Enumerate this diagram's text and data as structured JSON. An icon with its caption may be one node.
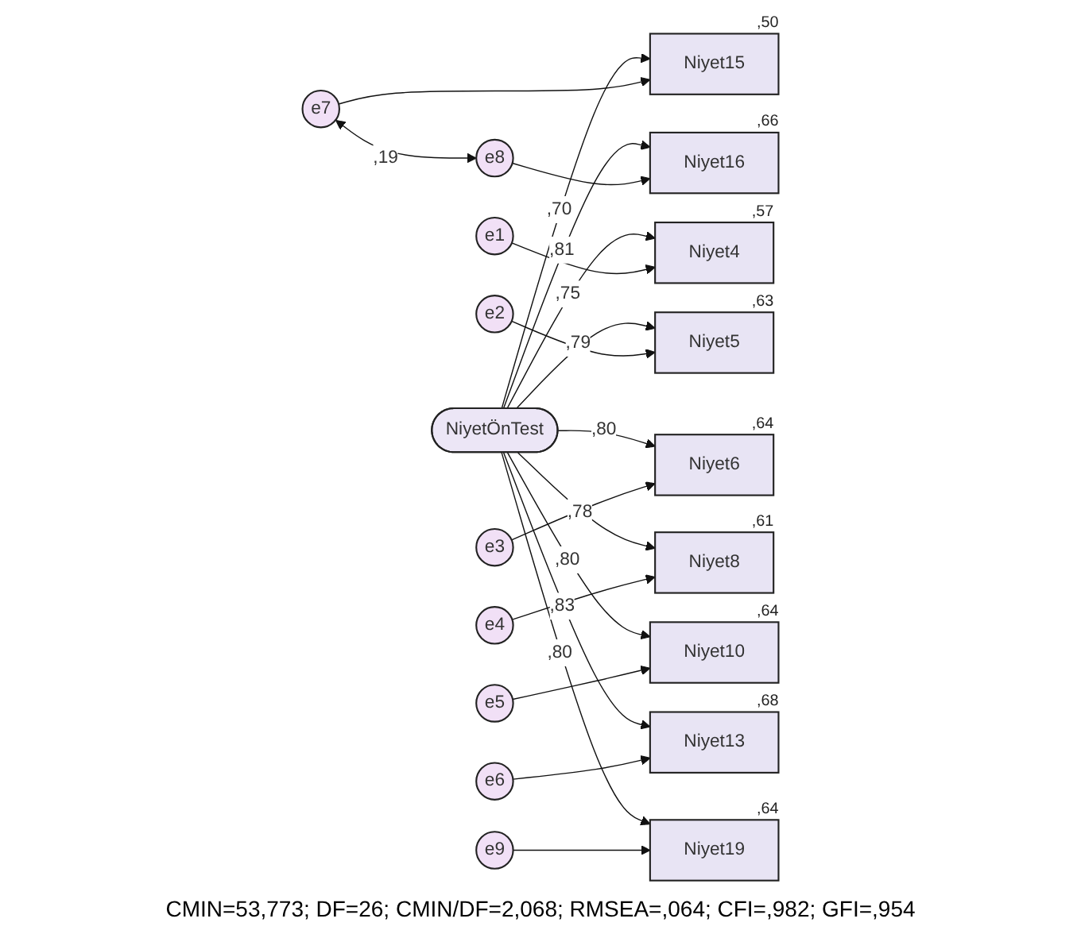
{
  "diagram": {
    "caption": "CMIN=53,773; DF=26; CMIN/DF=2,068; RMSEA=,064; CFI=,982; GFI=,954",
    "nodes": [
      {
        "text": [
          "NiyetÖnTest"
        ]
      },
      {
        "text": [
          "Niyet4"
        ],
        "beside": [
          ",57"
        ]
      },
      {
        "text": [
          "Niyet5"
        ],
        "beside": [
          ",63"
        ]
      },
      {
        "text": [
          "Niyet6"
        ],
        "beside": [
          ",64"
        ]
      },
      {
        "text": [
          "Niyet8"
        ],
        "beside": [
          ",61"
        ]
      },
      {
        "text": [
          "Niyet10"
        ],
        "beside": [
          ",64"
        ]
      },
      {
        "text": [
          "Niyet13"
        ],
        "beside": [
          ",68"
        ]
      },
      {
        "text": [
          "Niyet15"
        ],
        "beside": [
          ",50"
        ]
      },
      {
        "text": [
          "Niyet16"
        ],
        "beside": [
          ",66"
        ]
      },
      {
        "text": [
          "Niyet19"
        ],
        "beside": [
          ",64"
        ]
      },
      {
        "text": [
          "e1"
        ]
      },
      {
        "text": [
          "e2"
        ]
      },
      {
        "text": [
          "e3"
        ]
      },
      {
        "text": [
          "e4"
        ]
      },
      {
        "text": [
          "e5"
        ]
      },
      {
        "text": [
          "e6"
        ]
      },
      {
        "text": [
          "e7"
        ]
      },
      {
        "text": [
          "e8"
        ]
      },
      {
        "text": [
          "e9"
        ]
      }
    ],
    "edges": [
      {
        "from": 0,
        "to": 1,
        "arrow": "to",
        "label": ",75"
      },
      {
        "from": 0,
        "to": 2,
        "arrow": "to",
        "label": ",79"
      },
      {
        "from": 0,
        "to": 3,
        "arrow": "to",
        "label": ",80"
      },
      {
        "from": 0,
        "to": 4,
        "arrow": "to",
        "label": ",78"
      },
      {
        "from": 0,
        "to": 5,
        "arrow": "to",
        "label": ",80"
      },
      {
        "from": 0,
        "to": 6,
        "arrow": "to",
        "label": ",83"
      },
      {
        "from": 0,
        "to": 7,
        "arrow": "to",
        "label": ",70"
      },
      {
        "from": 0,
        "to": 8,
        "arrow": "to",
        "label": ",81"
      },
      {
        "from": 0,
        "to": 9,
        "arrow": "to",
        "label": ",80"
      },
      {
        "from": 10,
        "to": 1,
        "arrow": "to"
      },
      {
        "from": 11,
        "to": 2,
        "arrow": "to"
      },
      {
        "from": 12,
        "to": 3,
        "arrow": "to"
      },
      {
        "from": 13,
        "to": 4,
        "arrow": "to"
      },
      {
        "from": 14,
        "to": 5,
        "arrow": "to"
      },
      {
        "from": 15,
        "to": 6,
        "arrow": "to"
      },
      {
        "from": 16,
        "to": 7,
        "arrow": "to"
      },
      {
        "from": 17,
        "to": 8,
        "arrow": "to"
      },
      {
        "from": 18,
        "to": 9,
        "arrow": "to"
      },
      {
        "from": 16,
        "to": 17,
        "arrow": "both",
        "label": ",19"
      }
    ]
  }
}
